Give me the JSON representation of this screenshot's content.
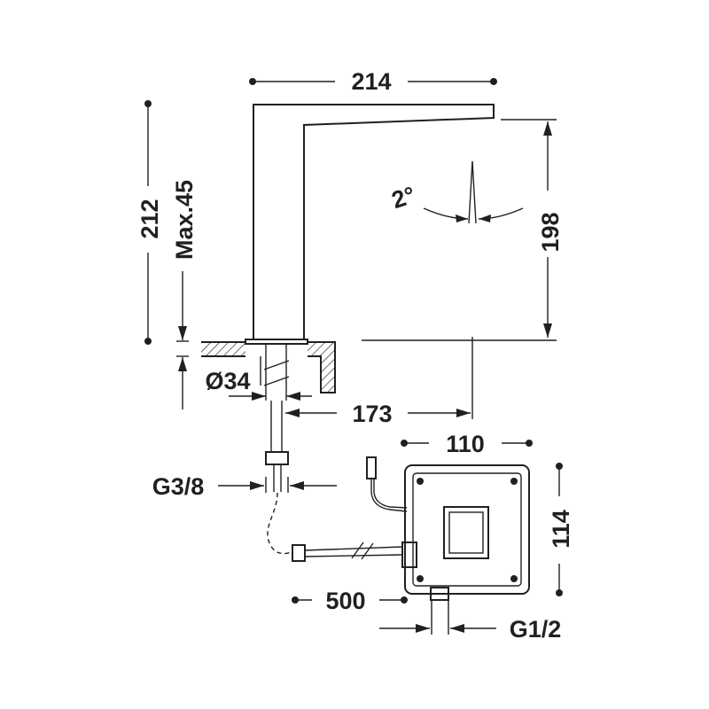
{
  "labels": {
    "width_top": "214",
    "height_total": "212",
    "max_deck": "Max.45",
    "spout_height": "198",
    "tilt_angle": "2°",
    "shank_diameter": "Ø34",
    "reach": "173",
    "box_width": "110",
    "box_height": "114",
    "hose_thread": "G3/8",
    "cable_length": "500",
    "inlet_thread": "G1/2"
  },
  "colors": {
    "ink": "#231f20",
    "background": "#ffffff"
  }
}
